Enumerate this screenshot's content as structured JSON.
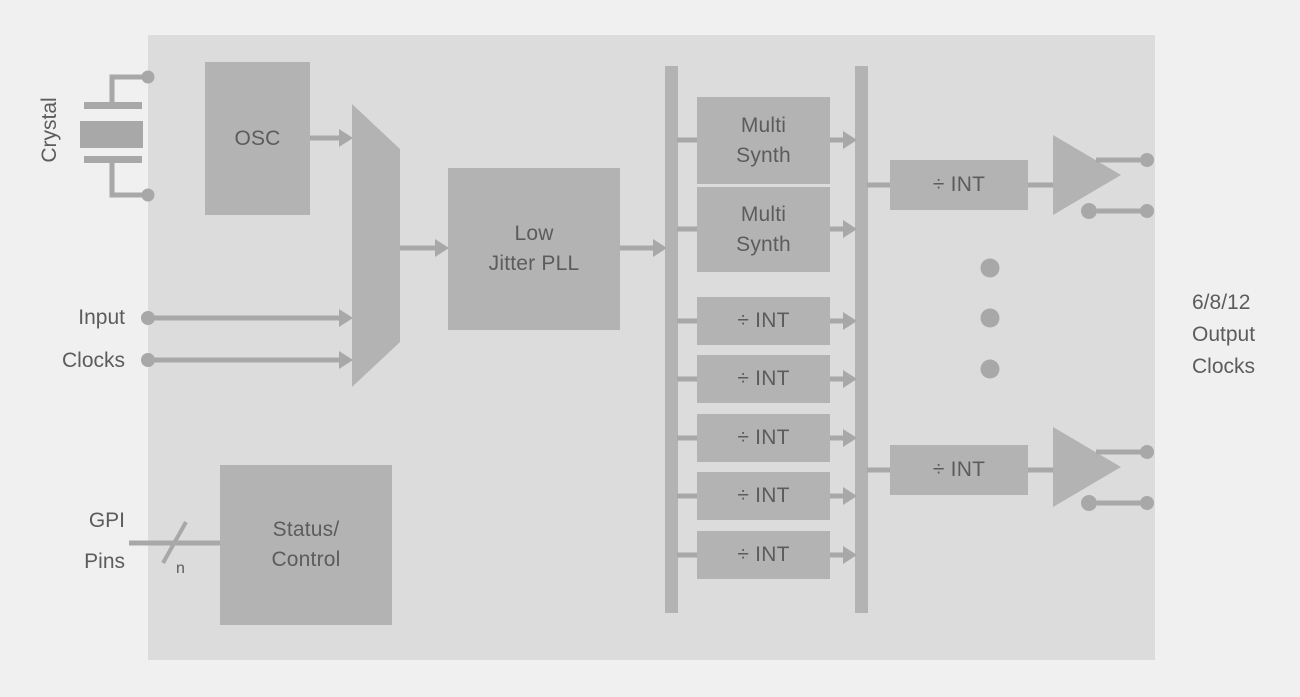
{
  "diagram": {
    "labels": {
      "crystal": "Crystal",
      "input_clocks": [
        "Input",
        "Clocks"
      ],
      "gpi_pins": [
        "GPI",
        "Pins"
      ],
      "bus_width": "n",
      "output_clocks": [
        "6/8/12",
        "Output",
        "Clocks"
      ]
    },
    "blocks": {
      "osc": "OSC",
      "pll": [
        "Low",
        "Jitter PLL"
      ],
      "multisynth": [
        "Multi",
        "Synth"
      ],
      "divider": "÷ INT",
      "status_control": [
        "Status/",
        "Control"
      ]
    },
    "colors": {
      "page_background": "#f0f0f0",
      "chip_background": "#dcdcdc",
      "block_fill": "#b3b3b3",
      "connector": "#a8a8a8",
      "text": "#5c5c5c"
    }
  }
}
